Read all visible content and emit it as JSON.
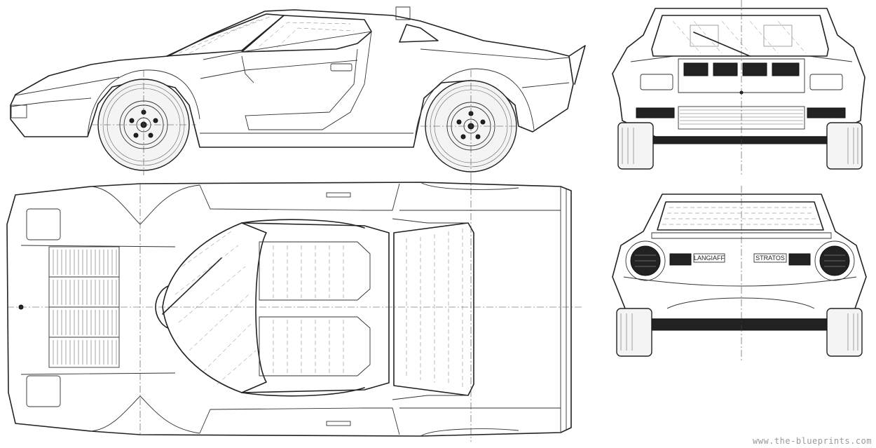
{
  "views": {
    "side": "side-view",
    "top": "top-view",
    "front": "front-view",
    "rear": "rear-view"
  },
  "rear_plate_left": "LANGIAFF",
  "rear_plate_right": "STRATOS",
  "watermark": "www.the-blueprints.com",
  "colors": {
    "ink": "#222222",
    "paper": "#ffffff"
  }
}
